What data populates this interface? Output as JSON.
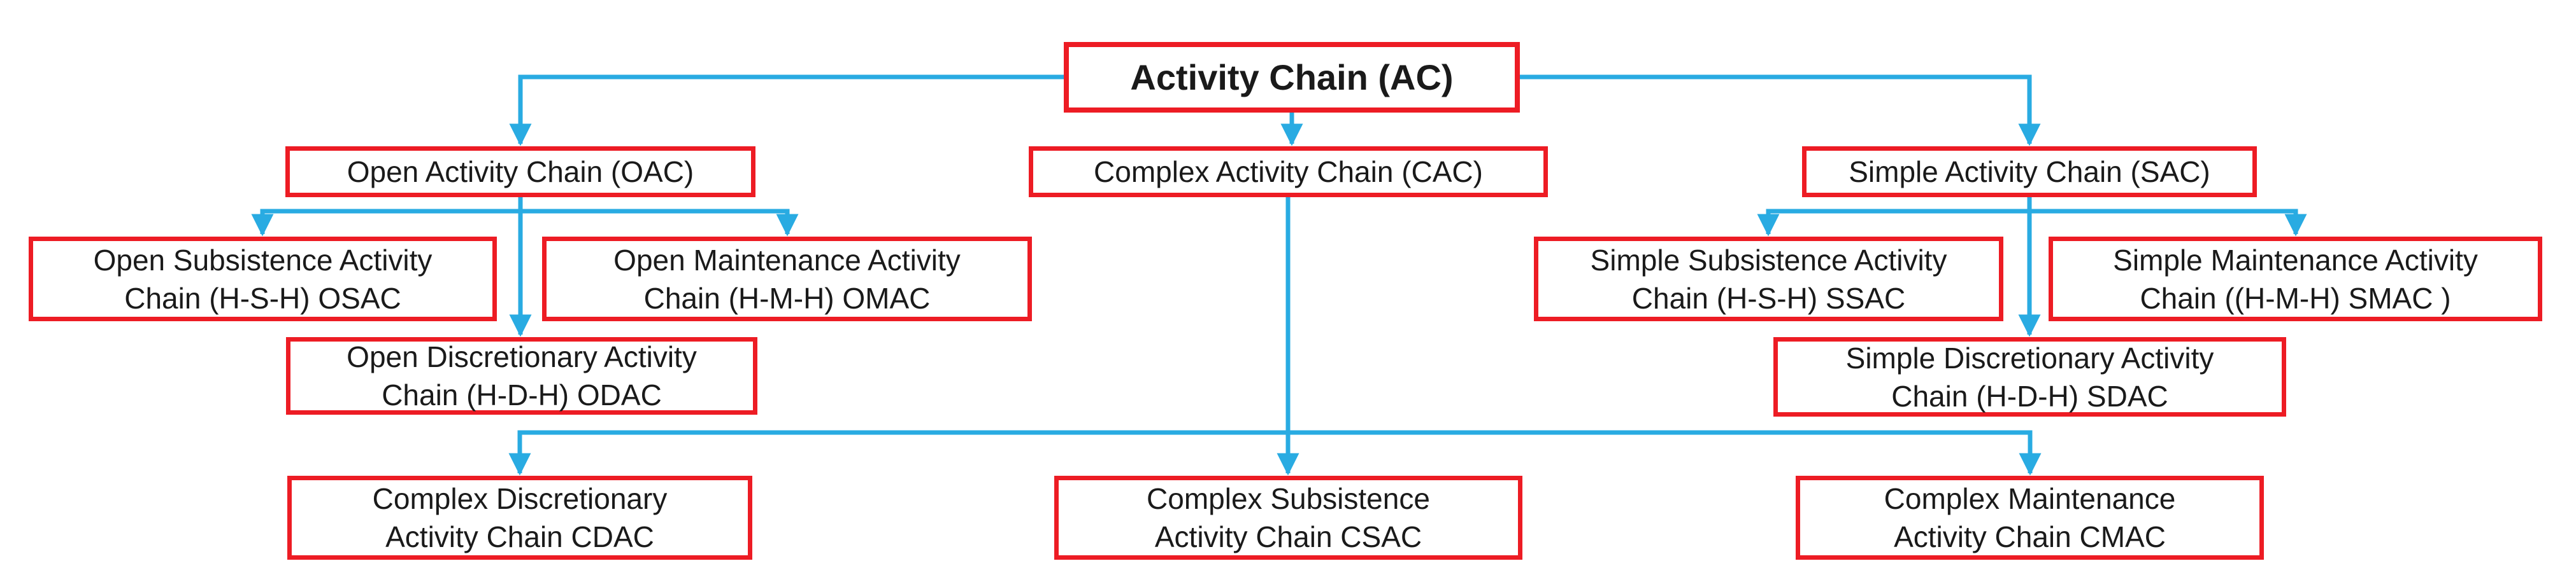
{
  "diagram": {
    "type": "hierarchy-flowchart",
    "colors": {
      "connector": "#29ABE2",
      "box_border": "#ED1C24",
      "text": "#1A1A1A",
      "background": "#FFFFFF"
    },
    "nodes": {
      "ac": {
        "label": "Activity Chain (AC)",
        "lines": [
          "Activity Chain (AC)"
        ]
      },
      "oac": {
        "label": "Open Activity Chain (OAC)",
        "lines": [
          "Open Activity Chain (OAC)"
        ]
      },
      "cac": {
        "label": "Complex Activity Chain (CAC)",
        "lines": [
          "Complex Activity Chain (CAC)"
        ]
      },
      "sac": {
        "label": "Simple Activity Chain (SAC)",
        "lines": [
          "Simple Activity Chain (SAC)"
        ]
      },
      "osac": {
        "label": "Open Subsistence Activity Chain (H-S-H) OSAC",
        "lines": [
          "Open Subsistence Activity",
          "Chain (H-S-H) OSAC"
        ]
      },
      "omac": {
        "label": "Open Maintenance Activity Chain (H-M-H) OMAC",
        "lines": [
          "Open Maintenance Activity",
          "Chain (H-M-H) OMAC"
        ]
      },
      "ssac": {
        "label": "Simple Subsistence Activity Chain (H-S-H) SSAC",
        "lines": [
          "Simple Subsistence Activity",
          "Chain (H-S-H) SSAC"
        ]
      },
      "smac": {
        "label": "Simple Maintenance Activity Chain ((H-M-H) SMAC )",
        "lines": [
          "Simple Maintenance Activity",
          "Chain ((H-M-H) SMAC )"
        ]
      },
      "odac": {
        "label": "Open Discretionary Activity Chain (H-D-H) ODAC",
        "lines": [
          "Open Discretionary Activity",
          "Chain (H-D-H) ODAC"
        ]
      },
      "sdac": {
        "label": "Simple Discretionary Activity Chain (H-D-H) SDAC",
        "lines": [
          "Simple Discretionary Activity",
          "Chain (H-D-H) SDAC"
        ]
      },
      "cdac": {
        "label": "Complex Discretionary Activity Chain CDAC",
        "lines": [
          "Complex Discretionary",
          "Activity Chain CDAC"
        ]
      },
      "csac": {
        "label": "Complex Subsistence Activity Chain CSAC",
        "lines": [
          "Complex Subsistence",
          "Activity Chain CSAC"
        ]
      },
      "cmac": {
        "label": "Complex Maintenance Activity Chain CMAC",
        "lines": [
          "Complex Maintenance",
          "Activity Chain CMAC"
        ]
      }
    },
    "edges": [
      {
        "from": "ac",
        "to": "oac"
      },
      {
        "from": "ac",
        "to": "cac"
      },
      {
        "from": "ac",
        "to": "sac"
      },
      {
        "from": "oac",
        "to": "osac"
      },
      {
        "from": "oac",
        "to": "omac"
      },
      {
        "from": "oac",
        "to": "odac"
      },
      {
        "from": "sac",
        "to": "ssac"
      },
      {
        "from": "sac",
        "to": "smac"
      },
      {
        "from": "sac",
        "to": "sdac"
      },
      {
        "from": "cac",
        "to": "cdac"
      },
      {
        "from": "cac",
        "to": "csac"
      },
      {
        "from": "cac",
        "to": "cmac"
      }
    ]
  }
}
